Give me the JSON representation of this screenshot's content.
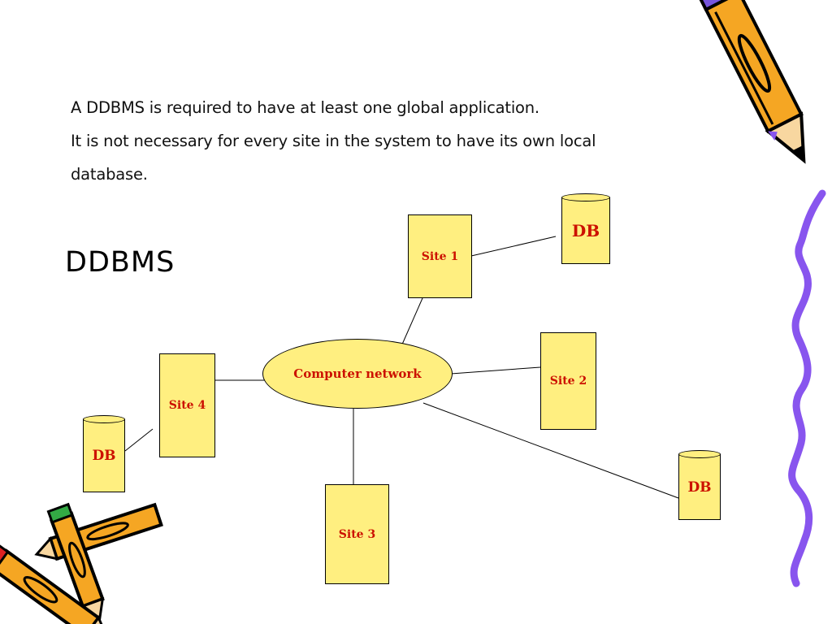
{
  "body_text": {
    "line1": "A DDBMS is required to have at least one global application.",
    "line2": "It is not necessary for every site in the system to have its own local",
    "line3": "database."
  },
  "heading": "DDBMS",
  "diagram": {
    "network_label": "Computer network",
    "sites": [
      "Site 1",
      "Site 2",
      "Site 3",
      "Site 4"
    ],
    "databases": [
      "DB",
      "DB",
      "DB"
    ]
  },
  "colors": {
    "box_fill": "#ffef80",
    "label_red": "#cc1100",
    "squiggle_purple": "#8855ee",
    "pencil_orange": "#f5a623"
  },
  "decorations": [
    "pencil-icon",
    "crossed-pencils-icon",
    "squiggle-line"
  ]
}
